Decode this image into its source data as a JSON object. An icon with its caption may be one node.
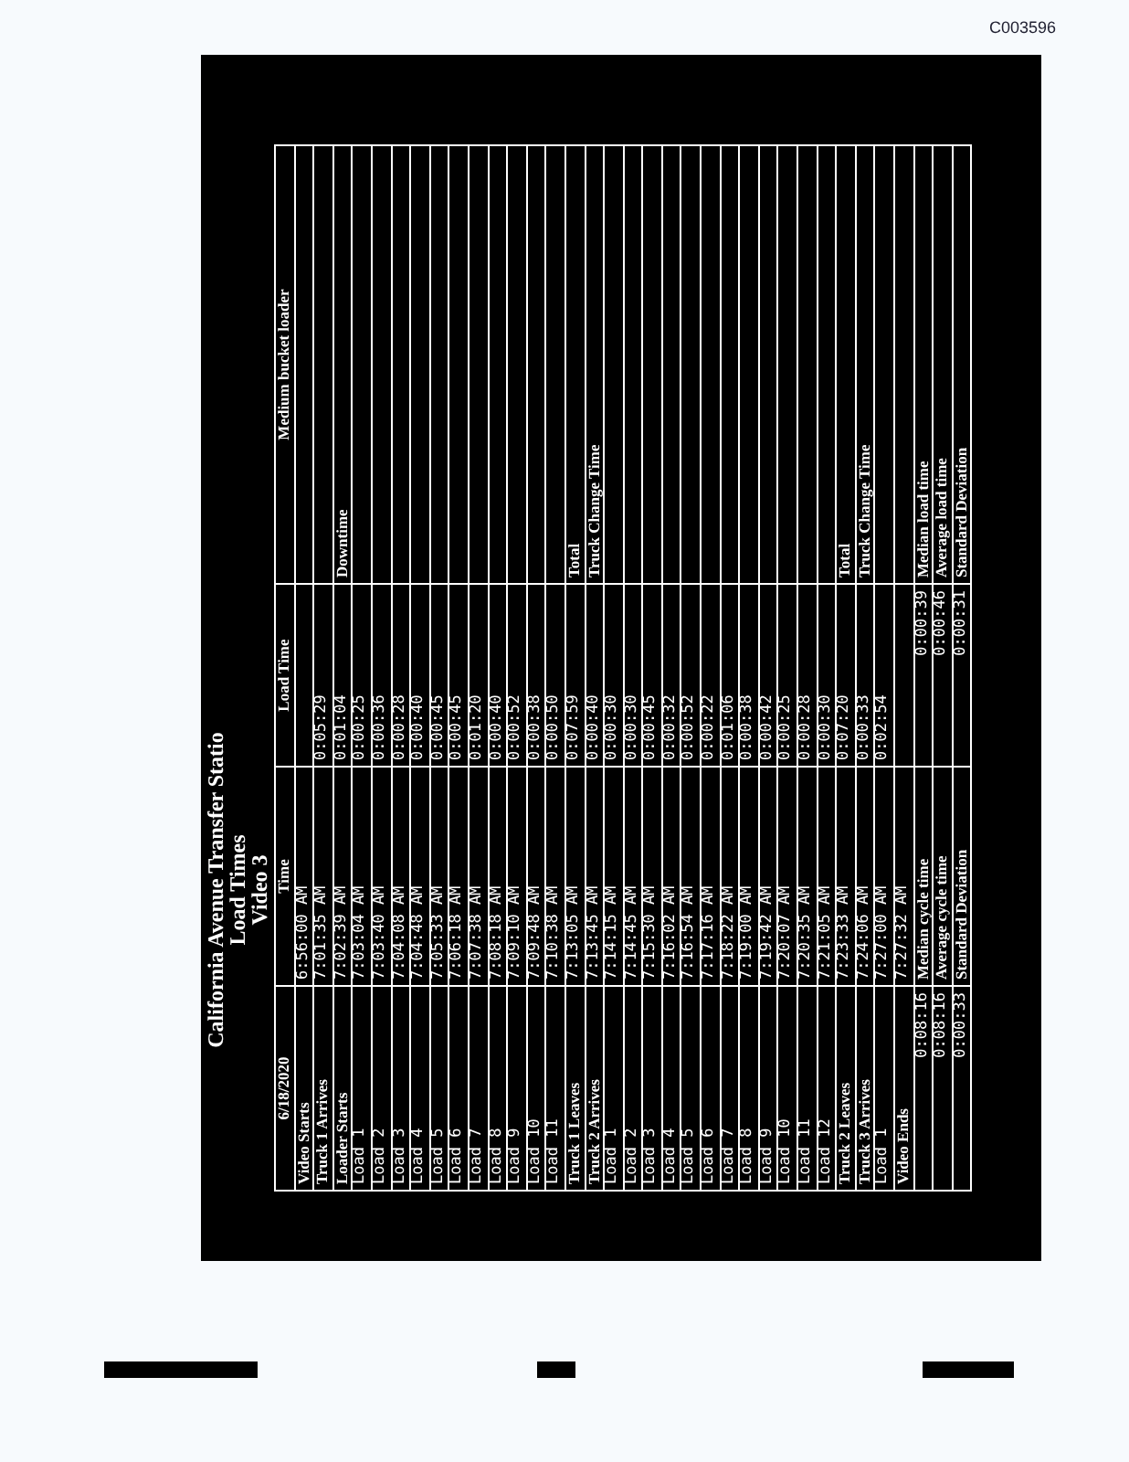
{
  "diagram": {
    "title": "California Avenue Transfer Statio",
    "labels": [
      "Load Times",
      "Video 3",
      "6/18/2020",
      "Time",
      "Load Time",
      "Medium bucket loader",
      "Video Starts",
      "6:56:00 AM",
      "Truck 1 Arrives",
      "7:01:35 AM",
      "0:05:29",
      "Loader Starts",
      "7:02:39 AM",
      "0:01:04",
      "Downtime",
      "Load 1",
      "7:03:04 AM",
      "0:00:25",
      "Load 2",
      "7:03:40 AM",
      "0:00:36",
      "Load 3",
      "7:04:08 AM",
      "0:00:28",
      "Load 4",
      "7:04:48 AM",
      "0:00:40",
      "Load 5",
      "7:05:33 AM",
      "0:00:45",
      "Load 6",
      "7:06:18 AM",
      "0:00:45",
      "Load 7",
      "7:07:38 AM",
      "0:01:20",
      "Load 8",
      "7:08:18 AM",
      "0:00:40",
      "Load 9",
      "7:09:10 AM",
      "0:00:52",
      "Load 10",
      "7:09:48 AM",
      "0:00:38",
      "Load 11",
      "7:10:38 AM",
      "0:00:50",
      "Truck 1 Leaves",
      "7:13:05 AM",
      "0:07:59",
      "Total",
      "Truck 2 Arrives",
      "7:13:45 AM",
      "0:00:40",
      "Truck Change Time",
      "Load 1",
      "7:14:15 AM",
      "0:00:30",
      "Load 2",
      "7:14:45 AM",
      "0:00:30",
      "Load 3",
      "7:15:30 AM",
      "0:00:45",
      "Load 4",
      "7:16:02 AM",
      "0:00:32",
      "Load 5",
      "7:16:54 AM",
      "0:00:52",
      "Load 6",
      "7:17:16 AM",
      "0:00:22",
      "Load 7",
      "7:18:22 AM",
      "0:01:06",
      "Load 8",
      "7:19:00 AM",
      "0:00:38",
      "Load 9",
      "7:19:42 AM",
      "0:00:42",
      "Load 10",
      "7:20:07 AM",
      "0:00:25",
      "Load 11",
      "7:20:35 AM",
      "0:00:28",
      "Load 12",
      "7:21:05 AM",
      "0:00:30",
      "Truck 2 Leaves",
      "7:23:33 AM",
      "0:07:20",
      "Total",
      "Truck 3 Arrives",
      "7:24:06 AM",
      "0:00:33",
      "Truck Change Time",
      "Load 1",
      "7:27:00 AM",
      "0:02:54",
      "Video Ends",
      "7:27:32 AM",
      "0:08:16",
      "Median cycle time",
      "0:00:39",
      "Median load time",
      "0:08:16",
      "Average cycle time",
      "0:00:46",
      "Average load time",
      "0:00:33",
      "Standard Deviation",
      "0:00:31",
      "Standard Deviation",
      "C003596"
    ]
  }
}
